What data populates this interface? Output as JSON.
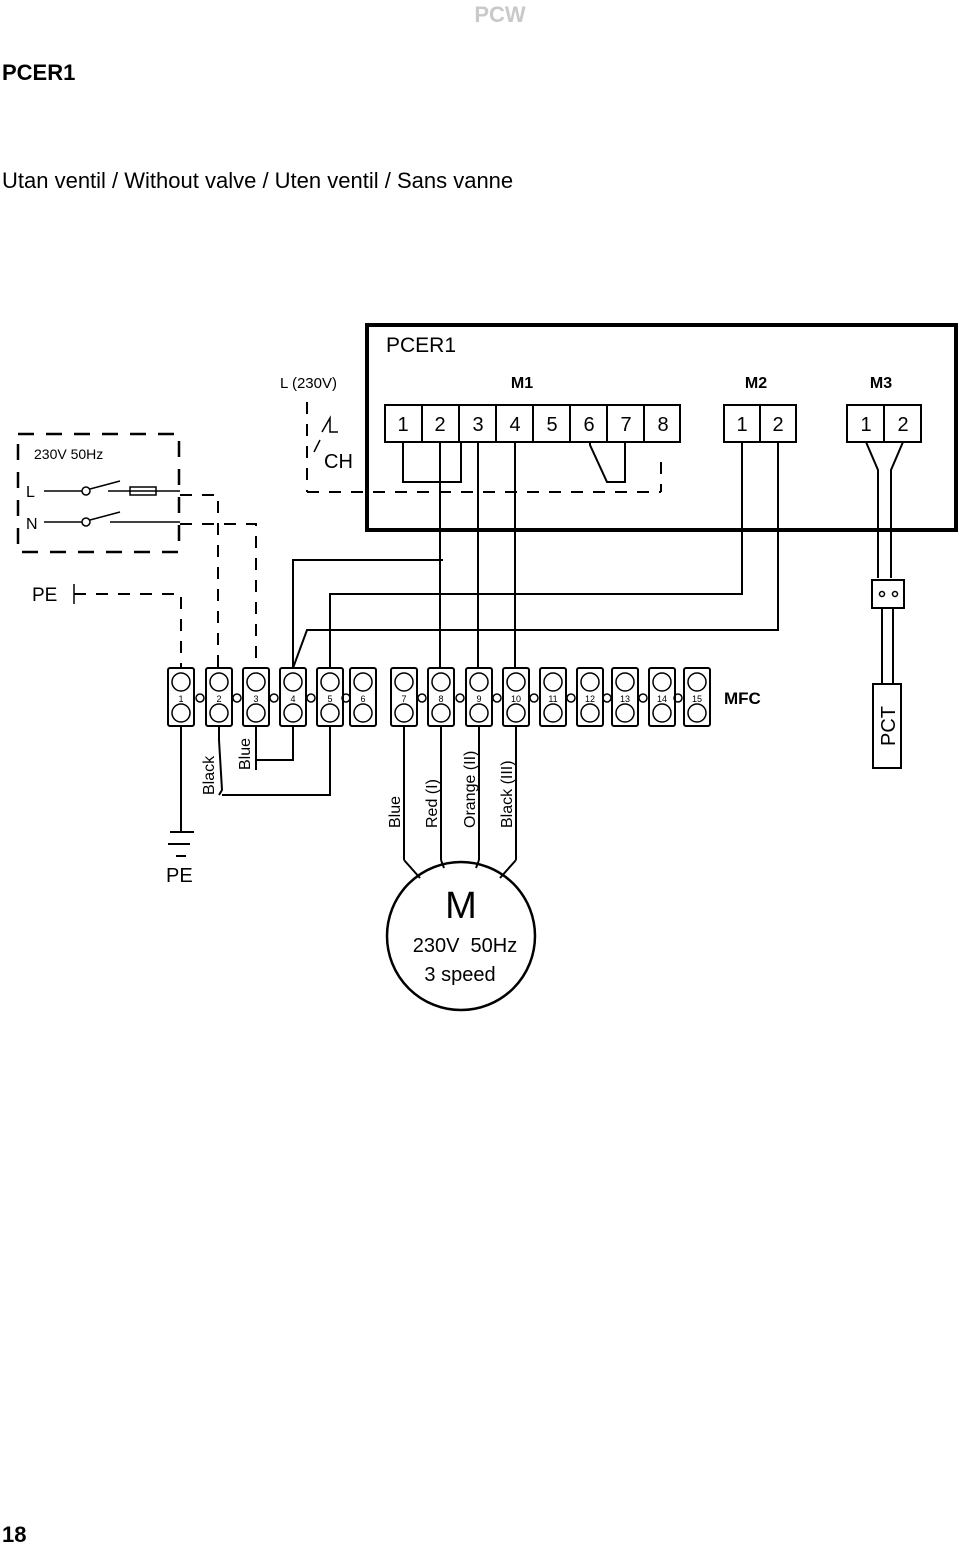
{
  "header": {
    "brand": "PCW",
    "title": "PCER1",
    "subtitle": "Utan ventil / Without valve / Uten ventil / Sans vanne"
  },
  "footer": {
    "page_number": "18"
  },
  "diagram": {
    "controller": {
      "title": "PCER1",
      "groups": [
        {
          "name": "M1",
          "pins": [
            "1",
            "2",
            "3",
            "4",
            "5",
            "6",
            "7",
            "8"
          ]
        },
        {
          "name": "M2",
          "pins": [
            "1",
            "2"
          ]
        },
        {
          "name": "M3",
          "pins": [
            "1",
            "2"
          ]
        }
      ]
    },
    "labels": {
      "l230": "L (230V)",
      "ch": "CH",
      "supply": "230V 50Hz",
      "l": "L",
      "n": "N",
      "pe_top": "PE",
      "pe_bottom": "PE",
      "mfc": "MFC",
      "pct": "PCT"
    },
    "terminal_block": {
      "numbers": [
        "1",
        "2",
        "3",
        "4",
        "5",
        "6",
        "7",
        "8",
        "9",
        "10",
        "11",
        "12",
        "13",
        "14",
        "15"
      ]
    },
    "wires": {
      "black": "Black",
      "blue": "Blue",
      "motor_blue": "Blue",
      "red": "Red (I)",
      "orange": "Orange (II)",
      "black3": "Black (III)"
    },
    "motor": {
      "symbol": "M",
      "rating": "230V  50Hz",
      "speed": "3 speed"
    }
  }
}
